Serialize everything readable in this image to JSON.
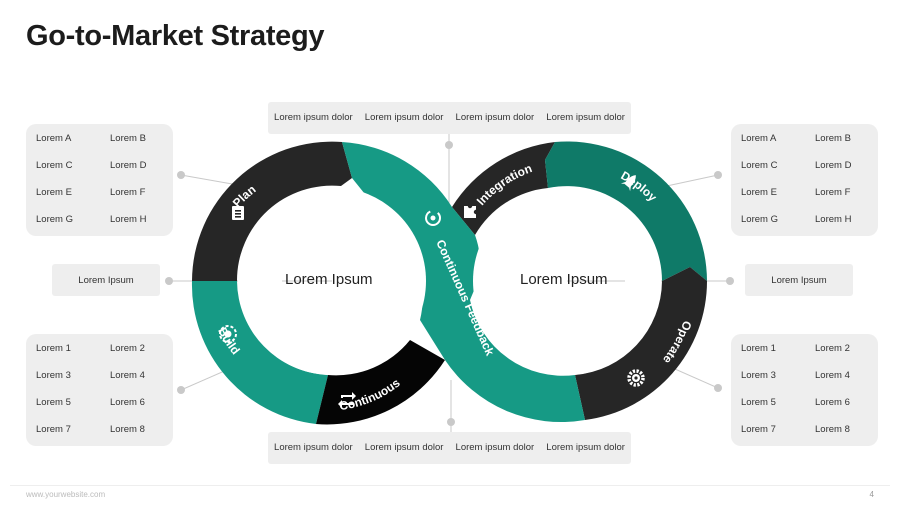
{
  "title": "Go-to-Market Strategy",
  "top_bar": [
    "Lorem ipsum dolor",
    "Lorem ipsum dolor",
    "Lorem ipsum dolor",
    "Lorem ipsum dolor"
  ],
  "bottom_bar": [
    "Lorem ipsum dolor",
    "Lorem ipsum dolor",
    "Lorem ipsum dolor",
    "Lorem ipsum dolor"
  ],
  "left_top_box": [
    "Lorem A",
    "Lorem B",
    "Lorem C",
    "Lorem D",
    "Lorem E",
    "Lorem F",
    "Lorem G",
    "Lorem H"
  ],
  "left_bottom_box": [
    "Lorem 1",
    "Lorem 2",
    "Lorem 3",
    "Lorem 4",
    "Lorem 5",
    "Lorem 6",
    "Lorem 7",
    "Lorem 8"
  ],
  "right_top_box": [
    "Lorem A",
    "Lorem B",
    "Lorem C",
    "Lorem D",
    "Lorem E",
    "Lorem F",
    "Lorem G",
    "Lorem H"
  ],
  "right_bottom_box": [
    "Lorem 1",
    "Lorem 2",
    "Lorem 3",
    "Lorem 4",
    "Lorem 5",
    "Lorem 6",
    "Lorem 7",
    "Lorem 8"
  ],
  "left_label": "Lorem Ipsum",
  "right_label": "Lorem Ipsum",
  "left_center": "Lorem Ipsum",
  "right_center": "Lorem Ipsum",
  "segments": {
    "plan": "Plan",
    "build": "Build",
    "continuous": "Continuous",
    "feedback": "Continuous Feedback",
    "integration": "Integration",
    "deploy": "Deploy",
    "operate": "Operate"
  },
  "icons": {
    "plan": "clipboard-icon",
    "build": "gear-circle-icon",
    "continuous": "repeat-icon",
    "feedback": "refresh-icon",
    "integration": "puzzle-icon",
    "deploy": "rocket-icon",
    "operate": "gear-icon"
  },
  "colors": {
    "dark": "#262626",
    "black": "#050505",
    "teal": "#169a85",
    "teal_dark": "#0f7a68",
    "box": "#eeeeee"
  },
  "footer": "www.yourwebsite.com",
  "page_number": "4"
}
